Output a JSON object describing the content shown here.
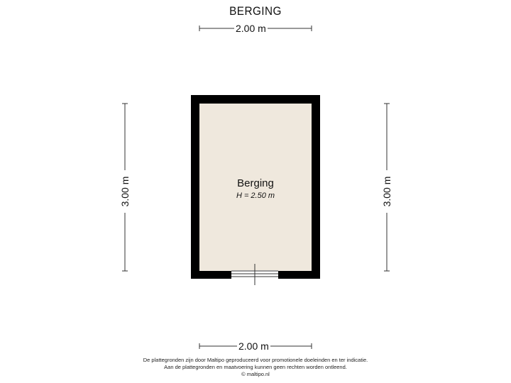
{
  "title": "BERGING",
  "dimensions": {
    "top": "2.00 m",
    "bottom": "2.00 m",
    "left": "3.00 m",
    "right": "3.00 m"
  },
  "room": {
    "name": "Berging",
    "height": "H = 2.50 m",
    "fill_color": "#efe8dd",
    "wall_color": "#000000"
  },
  "disclaimer": {
    "line1": "De plattegronden zijn door Maltipo geproduceerd voor promotionele doeleinden en ter indicatie.",
    "line2": "Aan de plattegronden en maatvoering kunnen geen rechten worden ontleend.",
    "line3": "© maltipo.nl"
  }
}
